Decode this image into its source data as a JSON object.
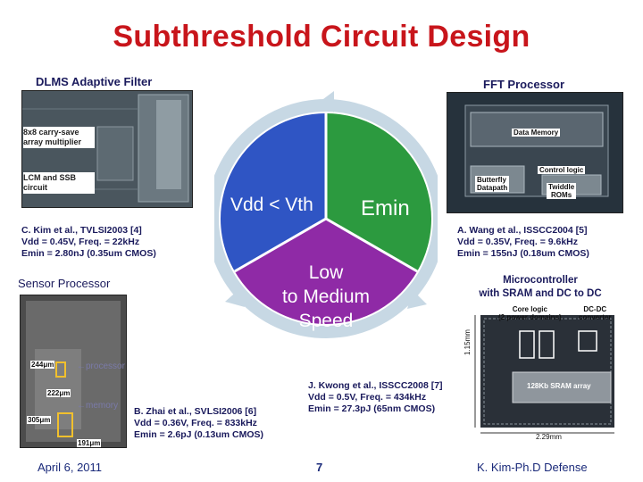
{
  "slide": {
    "title": "Subthreshold Circuit Design",
    "page_number": "7",
    "date": "April 6, 2011",
    "author": "K. Kim-Ph.D Defense"
  },
  "cycle": {
    "vdd_label": "Vdd < Vth",
    "emin_label": "Emin",
    "speed_line1": "Low",
    "speed_line2": "to Medium",
    "speed_line3": "Speed",
    "colors": {
      "blue": "#2f55c4",
      "green": "#2c9a3f",
      "purple": "#8f2aa6",
      "ring": "#c7d8e4"
    }
  },
  "dlms": {
    "label": "DLMS Adaptive Filter",
    "callout1_line1": "8x8 carry-save",
    "callout1_line2": "array multiplier",
    "callout2_line1": "LCM and SSB",
    "callout2_line2": "circuit",
    "ref_line1": "C. Kim et al., TVLSI2003 [4]",
    "ref_line2": "Vdd = 0.45V, Freq. = 22kHz",
    "ref_line3": "Emin = 2.80nJ (0.35um CMOS)"
  },
  "fft": {
    "label": "FFT Processor",
    "block_data_memory": "Data Memory",
    "block_control": "Control logic",
    "block_butterfly_1": "Butterfly",
    "block_butterfly_2": "Datapath",
    "block_twiddle_1": "Twiddle",
    "block_twiddle_2": "ROMs",
    "ref_line1": "A. Wang et al., ISSCC2004 [5]",
    "ref_line2": "Vdd = 0.35V, Freq. = 9.6kHz",
    "ref_line3": "Emin = 155nJ (0.18um CMOS)"
  },
  "sensor": {
    "label": "Sensor Processor",
    "dim_244": "244μm",
    "dim_222": "222μm",
    "dim_305": "305μm",
    "dim_191": "191μm",
    "tag_processor": "processor",
    "tag_memory": "memory",
    "ref_line1": "B. Zhai et al., SVLSI2006 [6]",
    "ref_line2": "Vdd = 0.36V, Freq. = 833kHz",
    "ref_line3": "Emin = 2.6pJ (0.13um CMOS)"
  },
  "micro": {
    "label_line1": "Microcontroller",
    "label_line2": "with SRAM and DC to DC",
    "core_logic_1": "Core logic",
    "core_logic_2": "(2 power domains)",
    "dcdc_1": "DC-DC",
    "dcdc_2": "converter",
    "sram": "128Kb SRAM array",
    "dim_height": "1.15mm",
    "dim_width": "2.29mm",
    "ref_line1": "J. Kwong et al., ISSCC2008 [7]",
    "ref_line2": "Vdd = 0.5V, Freq. = 434kHz",
    "ref_line3": "Emin = 27.3pJ (65nm CMOS)"
  }
}
